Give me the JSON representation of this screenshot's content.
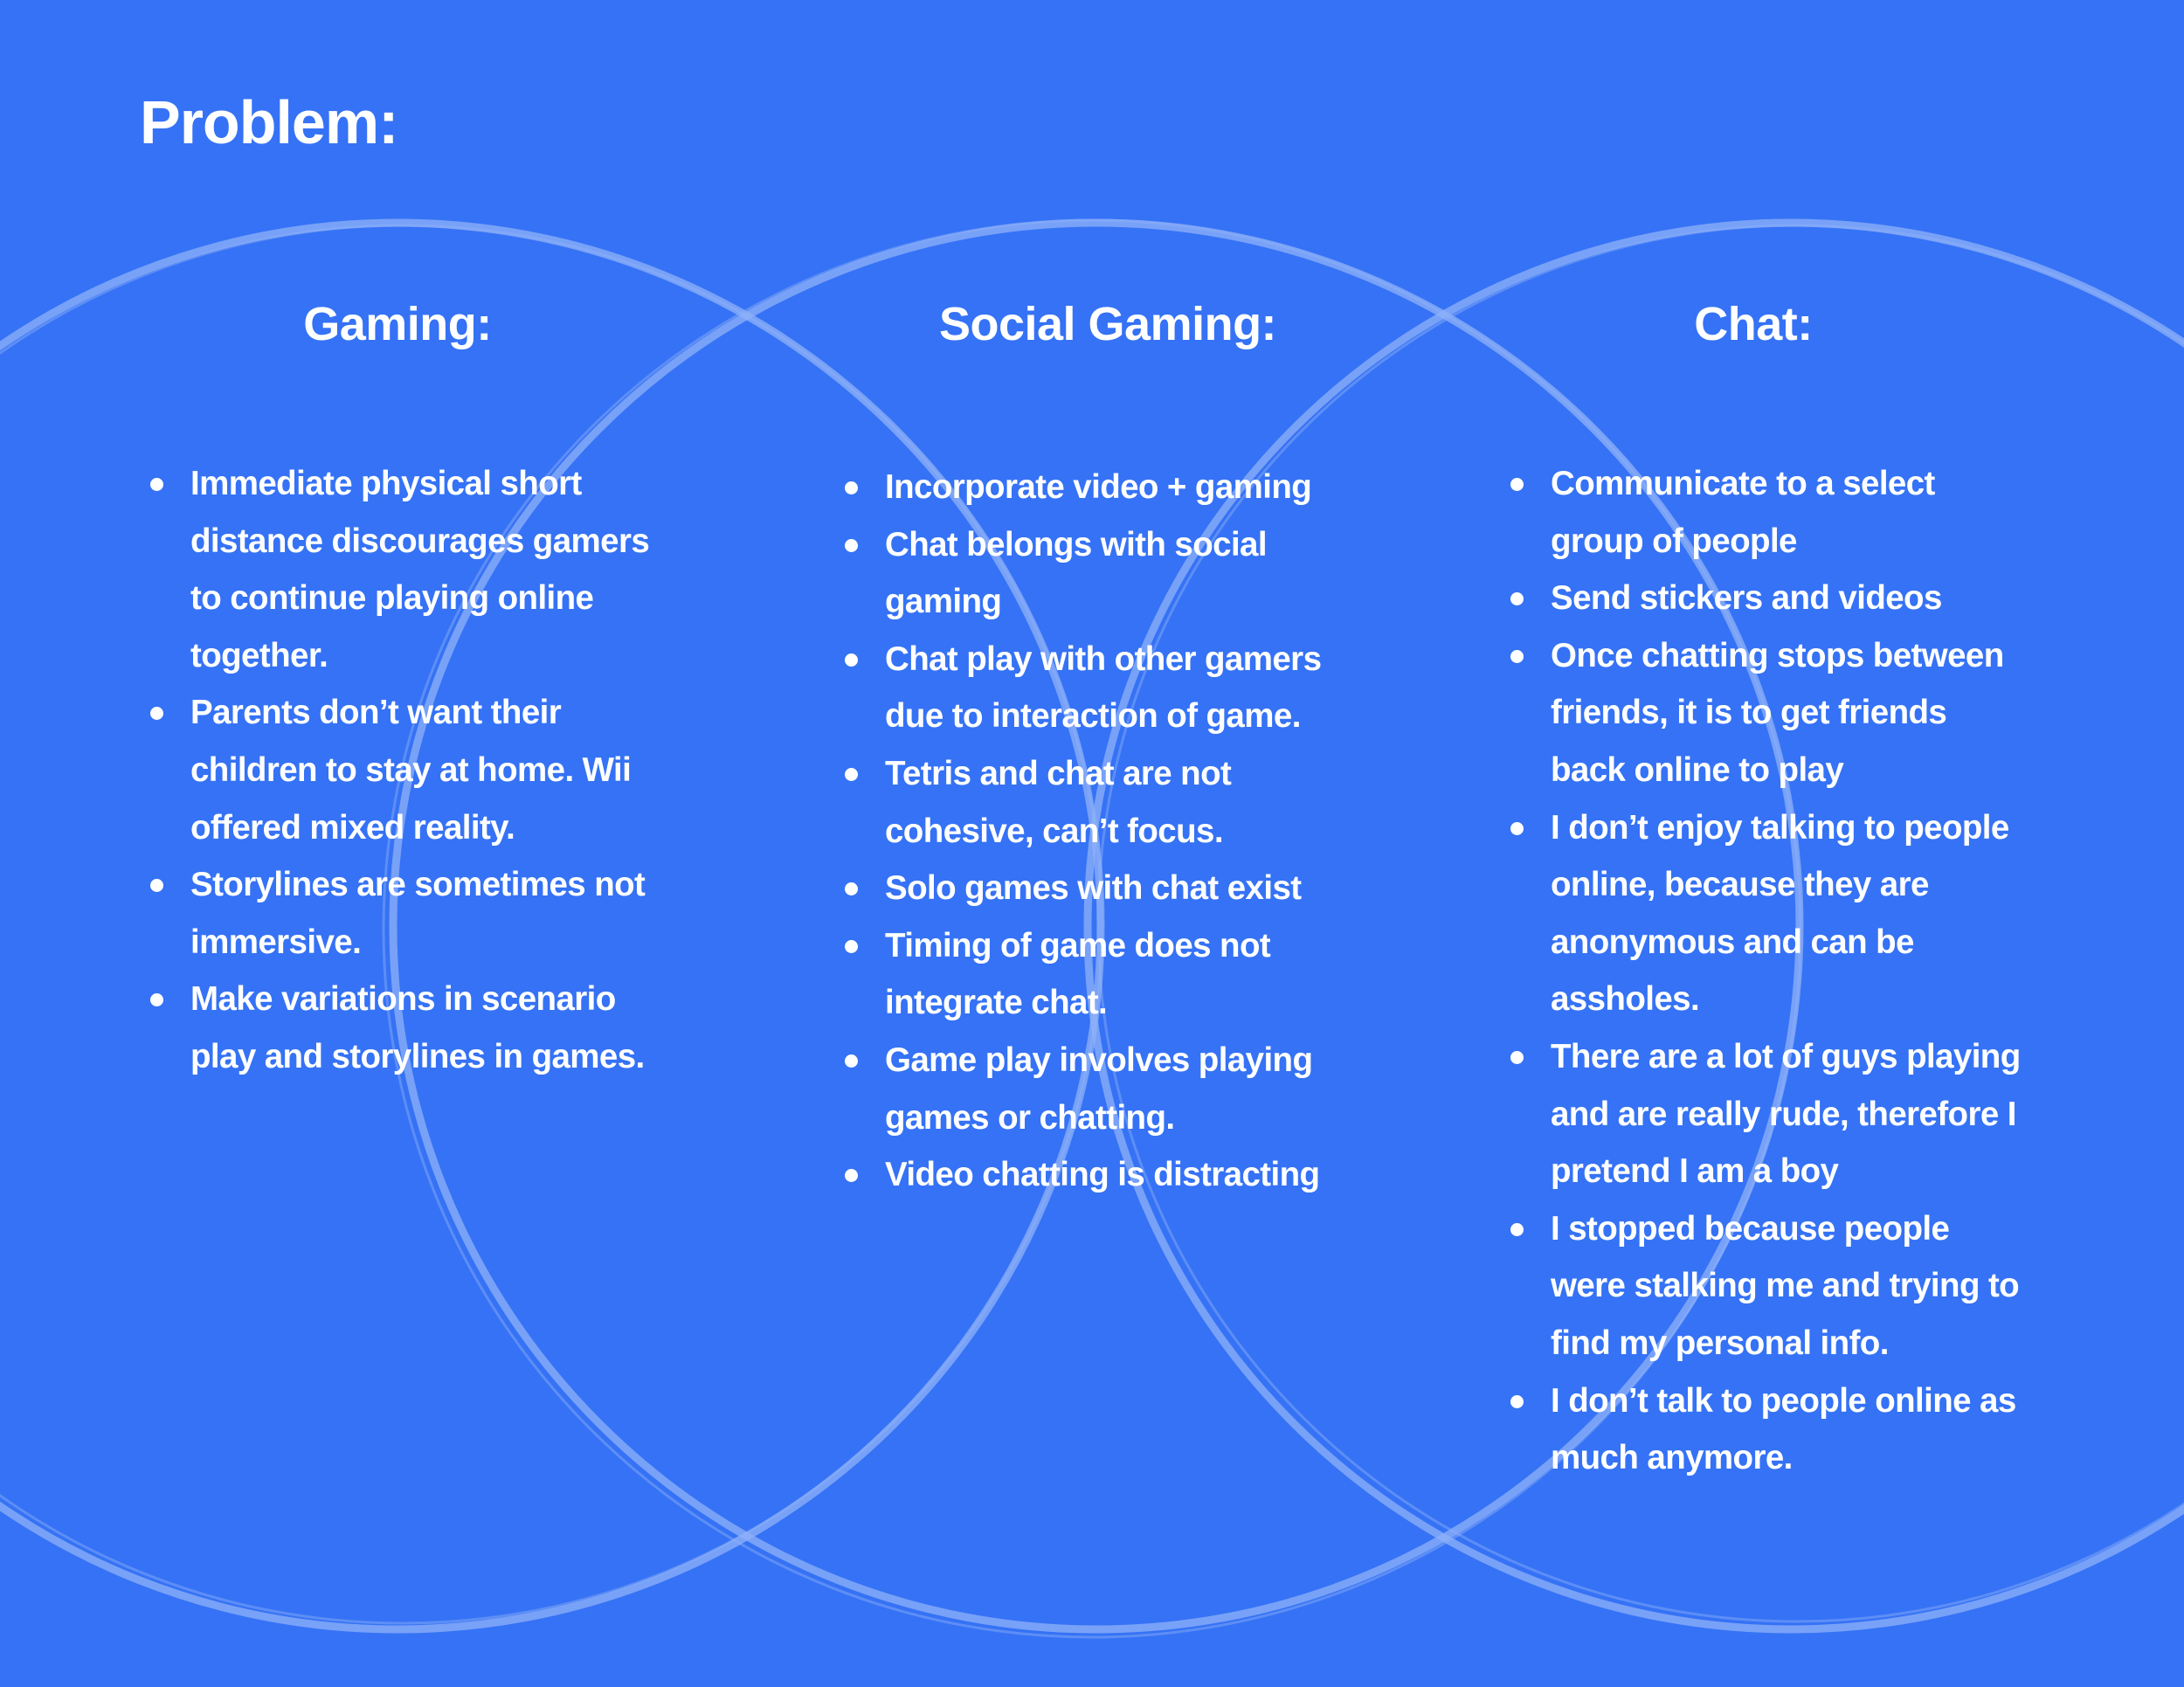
{
  "colors": {
    "background": "#3572f5",
    "text": "#ffffff",
    "circle_stroke": "#8fb1f8"
  },
  "page_title": "Problem:",
  "sets": [
    {
      "heading": "Gaming:",
      "items": [
        "Immediate physical short distance discourages gamers to continue playing online together.",
        "Parents don’t want their children to stay at home. Wii offered mixed reality.",
        "Storylines are sometimes not immersive.",
        "Make variations in scenario play and storylines in games."
      ]
    },
    {
      "heading": "Social Gaming:",
      "items": [
        "Incorporate video + gaming",
        "Chat belongs with social gaming",
        "Chat play with other gamers due to interaction of game.",
        "Tetris and chat are not cohesive, can’t focus.",
        "Solo games with chat exist",
        "Timing of game does not integrate chat.",
        "Game play involves playing games or chatting.",
        "Video chatting is distracting"
      ]
    },
    {
      "heading": "Chat:",
      "items": [
        "Communicate to a select group of people",
        "Send stickers and videos",
        "Once chatting stops between friends, it is to get friends back online to play",
        "I don’t enjoy talking to people online, because they are anonymous and can be assholes.",
        "There are a lot of guys playing and are really rude, therefore I pretend I am a boy",
        "I stopped because people were stalking me and trying to find my personal info.",
        "I don’t talk to people online as much anymore."
      ]
    }
  ]
}
